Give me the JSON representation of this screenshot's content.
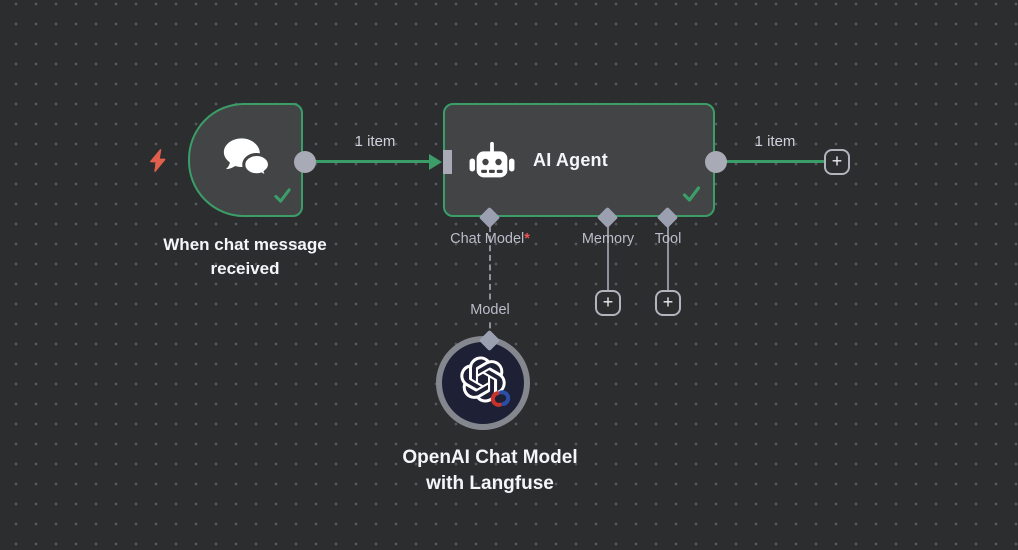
{
  "canvas": {
    "background": "#2c2d2f",
    "dot_color": "#58595c",
    "accent_green": "#3b9e68",
    "connector_gray": "#a8abb6",
    "node_fill": "#424446",
    "model_node_fill": "#1e2135",
    "model_ring_gray": "#85878f",
    "bolt_orange": "#e2604b",
    "required_red": "#ef5350"
  },
  "trigger_node": {
    "label": "When chat message received",
    "status": "success"
  },
  "agent_node": {
    "title": "AI Agent",
    "status": "success",
    "ports": [
      {
        "label": "Chat Model",
        "required_marker": "*"
      },
      {
        "label": "Memory"
      },
      {
        "label": "Tool"
      }
    ]
  },
  "model_node": {
    "label": "OpenAI Chat Model with Langfuse"
  },
  "connections": {
    "trigger_to_agent_label": "1 item",
    "agent_output_label": "1 item",
    "model_link_label": "Model"
  },
  "ui": {
    "plus": "+"
  }
}
